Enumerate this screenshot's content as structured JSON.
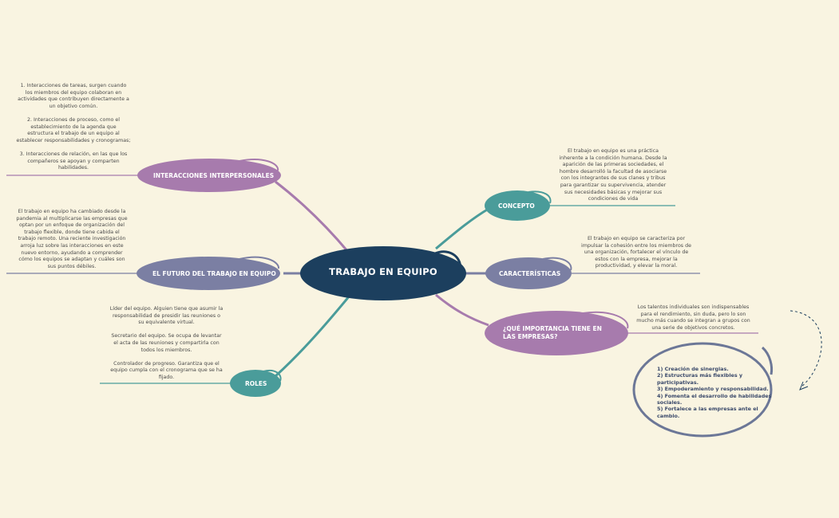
{
  "colors": {
    "background": "#f9f4e1",
    "center": "#1c3f5e",
    "purple": "#a77bad",
    "teal": "#4a9c9a",
    "slate": "#7b7fa3",
    "outline": "#6c7797"
  },
  "center": {
    "label": "TRABAJO EN EQUIPO"
  },
  "nodes": {
    "interacciones": {
      "label": "INTERACCIONES INTERPERSONALES"
    },
    "futuro": {
      "label": "EL FUTURO DEL TRABAJO EN EQUIPO"
    },
    "roles": {
      "label": "ROLES"
    },
    "concepto": {
      "label": "CONCEPTO"
    },
    "caracteristicas": {
      "label": "CARACTERÍSTICAS"
    },
    "importancia": {
      "label": "¿QUÉ IMPORTANCIA TIENE EN LAS EMPRESAS?"
    }
  },
  "notes": {
    "interacciones": "1. Interacciones de tareas, surgen cuando\nlos miembros del equipo colaboran en\nactividades que contribuyen directamente a\nun objetivo común.\n\n2. Interacciones de proceso, como el\nestablecimiento de la agenda que\nestructura el trabajo de un equipo al\nestablecer responsabilidades y cronogramas;\n\n3. Interacciones de relación, en las que los\ncompañeros se apoyan y comparten\nhabilidades.",
    "futuro": "El trabajo en equipo ha cambiado desde la\npandemia al multiplicarse las empresas que\noptan por un enfoque de organización del\ntrabajo flexible, donde tiene cabida el\ntrabajo remoto. Una reciente investigación\narroja luz sobre las interacciones en este\nnuevo entorno, ayudando a comprender\ncómo los equipos se adaptan y cuáles son\nsus puntos débiles.",
    "roles": "Líder del equipo. Alguien tiene que asumir la\nresponsabilidad de presidir las reuniones o\nsu equivalente virtual.\n\nSecretario del equipo. Se ocupa de levantar\nel acta de las reuniones y compartirla con\ntodos los miembros.\n\nControlador de progreso. Garantiza que el\nequipo cumpla con el cronograma que se ha\nfijado.",
    "concepto": "El trabajo en equipo es una práctica\ninherente a la condición humana. Desde la\naparición de las primeras sociedades, el\nhombre desarrolló la facultad de asociarse\ncon los integrantes de sus clanes y tribus\npara garantizar su supervivencia, atender\nsus necesidades básicas y mejorar sus\ncondiciones de vida",
    "caracteristicas": "El trabajo en equipo se caracteriza por\nimpulsar la cohesión entre los miembros de\nuna organización, fortalecer el vínculo de\nestos con la empresa, mejorar la\nproductividad, y elevar la moral.",
    "importancia": "Los talentos individuales son indispensables\npara el rendimiento, sin duda, pero lo son\nmucho más cuando se integran a grupos con\nuna serie de objetivos concretos."
  },
  "benefits": "1) Creación de sinergias.\n2) Estructuras más flexibles y\nparticipativas.\n3) Empoderamiento y responsabilidad.\n4) Fomenta el desarrollo de habilidades\nsociales.\n5) Fortalece a las empresas ante el cambio."
}
